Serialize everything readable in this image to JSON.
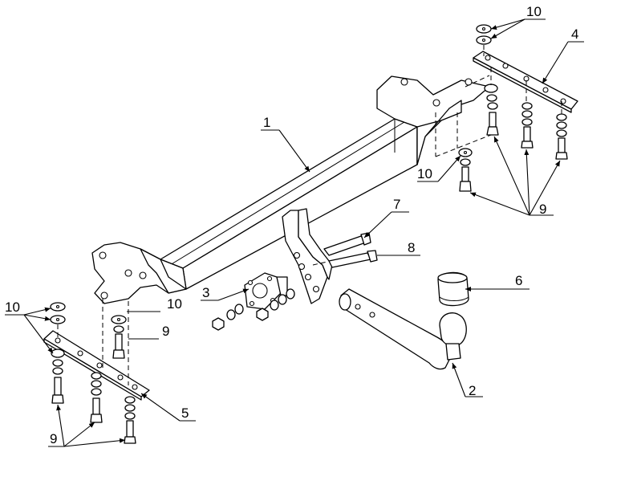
{
  "labels": {
    "part_1": "1",
    "part_2": "2",
    "part_3": "3",
    "part_4": "4",
    "part_5": "5",
    "part_6": "6",
    "part_7": "7",
    "part_8": "8",
    "part_9_left_lower": "9",
    "part_9_left_upper": "9",
    "part_9_right": "9",
    "part_10_top_right": "10",
    "part_10_mid_right": "10",
    "part_10_left": "10",
    "part_10_left_mid": "10"
  }
}
